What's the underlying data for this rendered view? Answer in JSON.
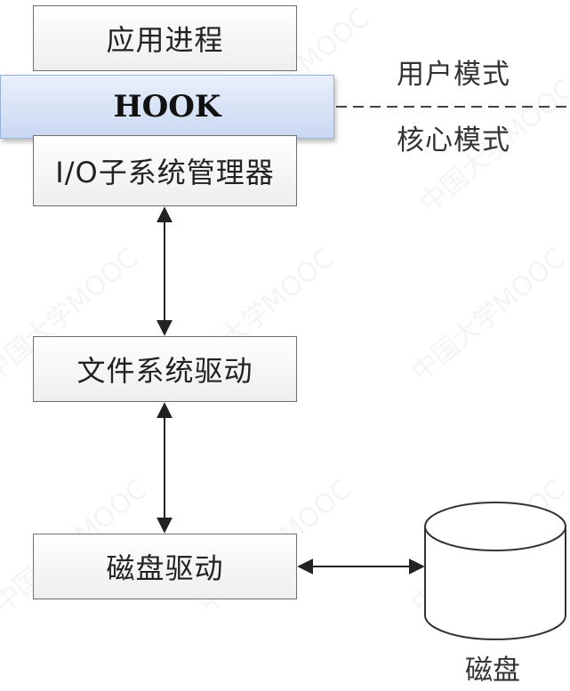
{
  "boxes": {
    "app_process": "应用进程",
    "hook": "HOOK",
    "io_manager": "I/O子系统管理器",
    "fs_driver": "文件系统驱动",
    "disk_driver": "磁盘驱动"
  },
  "modes": {
    "user": "用户模式",
    "kernel": "核心模式"
  },
  "disk_label": "磁盘",
  "watermark": "中国大学MOOC",
  "colors": {
    "hook_fill": "#c9d7f1",
    "box_border": "#6f6f6f",
    "line": "#222222"
  }
}
